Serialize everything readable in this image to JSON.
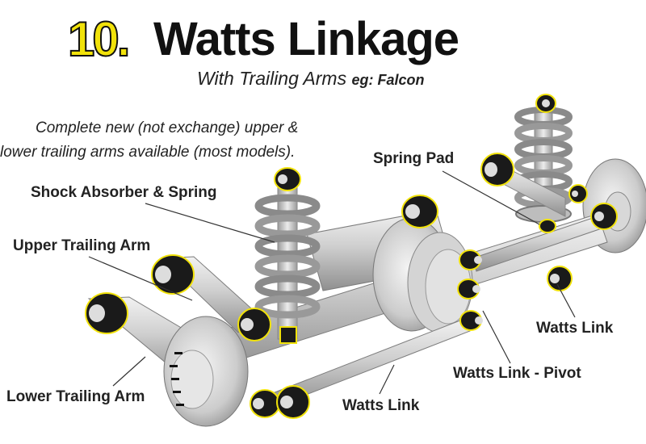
{
  "header": {
    "number": "10.",
    "title": "Watts Linkage",
    "subtitle": "With Trailing Arms",
    "example": "eg: Falcon"
  },
  "note": {
    "line1": "Complete new (not exchange) upper &",
    "line2": "lower trailing arms available (most models)."
  },
  "callouts": {
    "spring_pad": "Spring Pad",
    "shock_absorber_spring": "Shock Absorber & Spring",
    "upper_trailing_arm": "Upper Trailing Arm",
    "watts_link_right": "Watts Link",
    "watts_link_pivot": "Watts Link - Pivot",
    "lower_trailing_arm": "Lower Trailing Arm",
    "watts_link_bottom": "Watts Link"
  },
  "colors": {
    "title_number": "#f1e20a",
    "bushing_highlight": "#f1e20a",
    "bushing": "#1a1a1a",
    "metal": "#c9c9c9"
  }
}
